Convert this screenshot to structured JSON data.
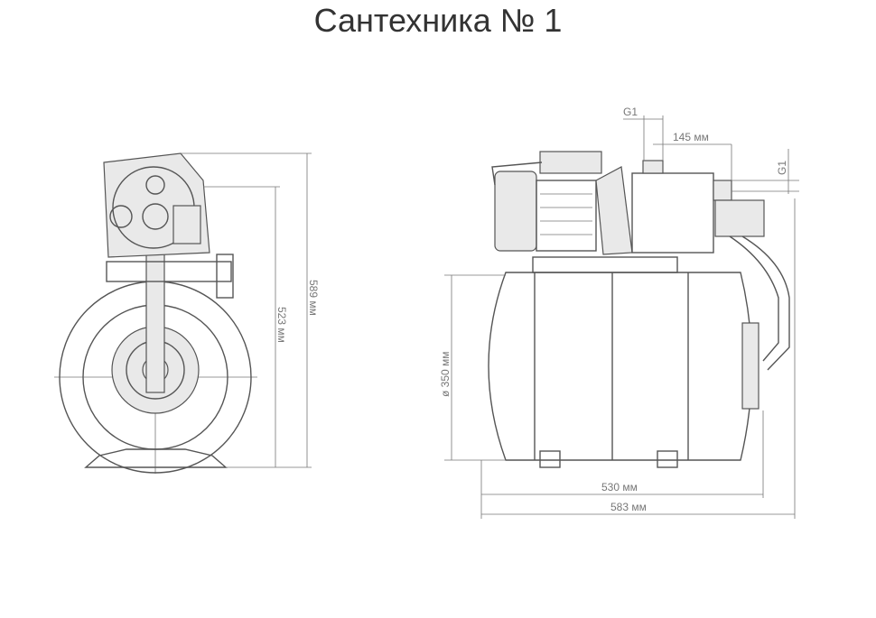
{
  "title": "Сантехника № 1",
  "dimensions": {
    "total_height": "589 мм",
    "tank_height": "523 мм",
    "tank_diameter": "ø 350 мм",
    "tank_length": "530 мм",
    "total_length": "583 мм",
    "outlet_offset": "145 мм",
    "inlet_thread": "G1",
    "outlet_thread": "G1"
  }
}
